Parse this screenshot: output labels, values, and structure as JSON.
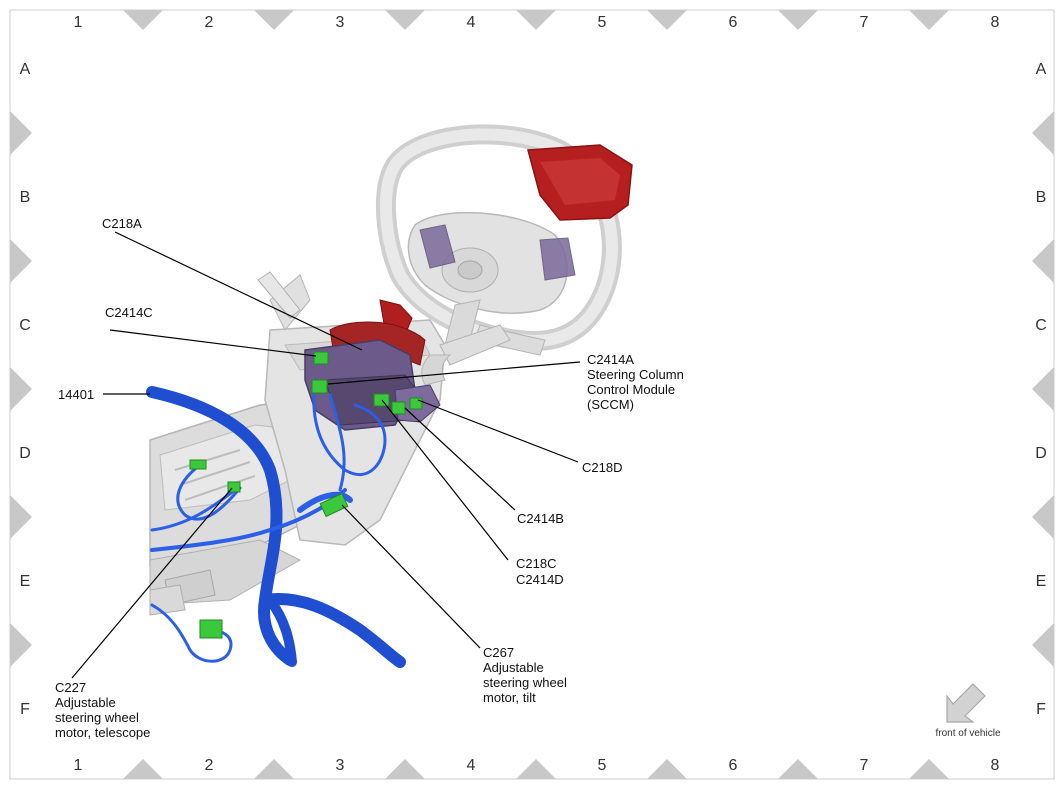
{
  "grid": {
    "columns": [
      "1",
      "2",
      "3",
      "4",
      "5",
      "6",
      "7",
      "8"
    ],
    "rows": [
      "A",
      "B",
      "C",
      "D",
      "E",
      "F"
    ]
  },
  "callouts": {
    "c218a": "C218A",
    "c2414c": "C2414C",
    "part14401": "14401",
    "c2414a": [
      "C2414A",
      "Steering Column",
      "Control Module",
      "(SCCM)"
    ],
    "c218d": "C218D",
    "c2414b": "C2414B",
    "c218c": [
      "C218C",
      "C2414D"
    ],
    "c267": [
      "C267",
      "Adjustable",
      "steering wheel",
      "motor, tilt"
    ],
    "c227": [
      "C227",
      "Adjustable",
      "steering wheel",
      "motor, telescope"
    ]
  },
  "orientation": {
    "label": "front of vehicle"
  },
  "colors": {
    "harness": "#1f4fd0",
    "connector": "#3cc83c",
    "module": "#6b5a8a",
    "airbag": "#b01e1e",
    "metal": "#cfcfcf",
    "frame_marks": "#c8c8c8"
  }
}
